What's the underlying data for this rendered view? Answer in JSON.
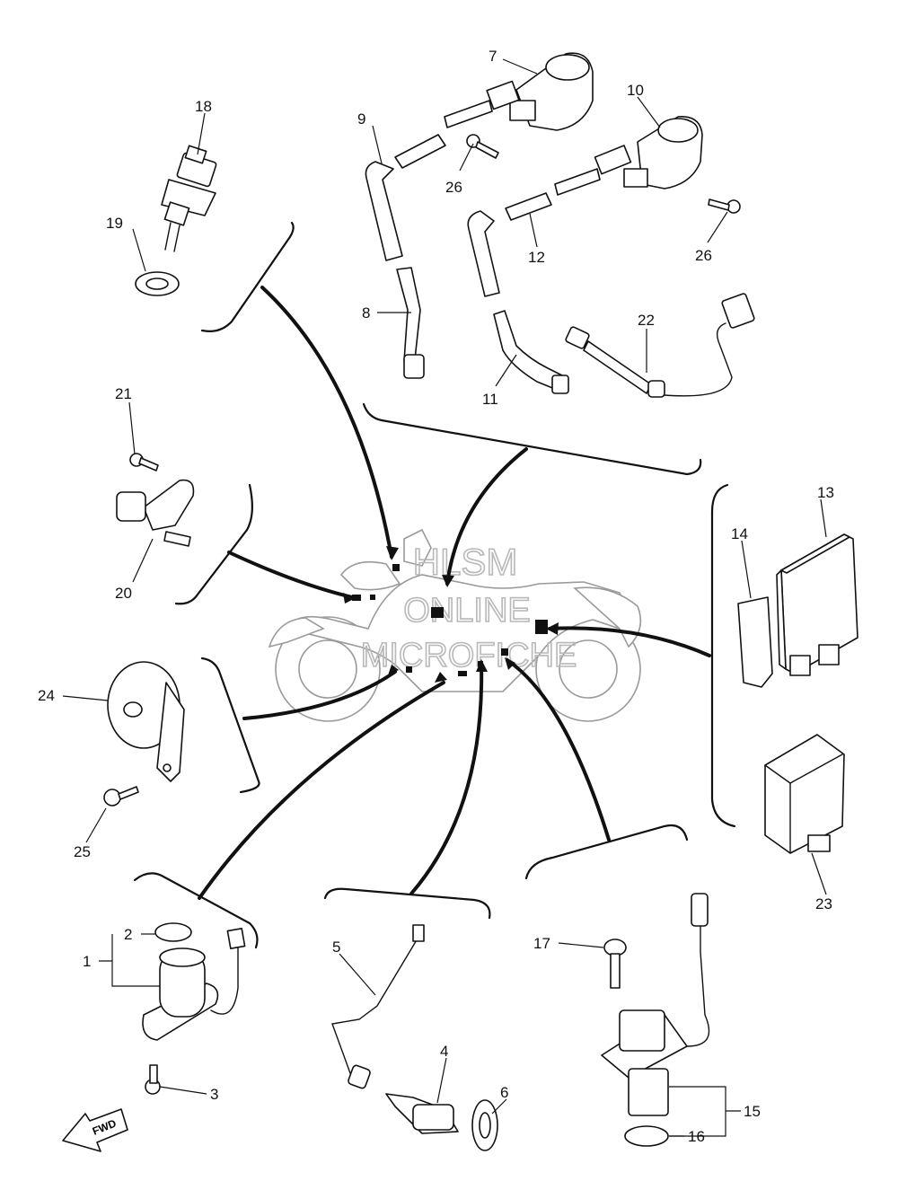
{
  "watermark": {
    "line1": "HLSM",
    "line2": "ONLINE",
    "line3": "MICROFICHE"
  },
  "fwd_label": "FWD",
  "callouts": {
    "c1": "1",
    "c2": "2",
    "c3": "3",
    "c4": "4",
    "c5": "5",
    "c6": "6",
    "c7": "7",
    "c8": "8",
    "c9": "9",
    "c10": "10",
    "c11": "11",
    "c12": "12",
    "c13": "13",
    "c14": "14",
    "c15": "15",
    "c16": "16",
    "c17": "17",
    "c18": "18",
    "c19": "19",
    "c20": "20",
    "c21": "21",
    "c22": "22",
    "c23": "23",
    "c24": "24",
    "c25": "25",
    "c26a": "26",
    "c26b": "26"
  }
}
